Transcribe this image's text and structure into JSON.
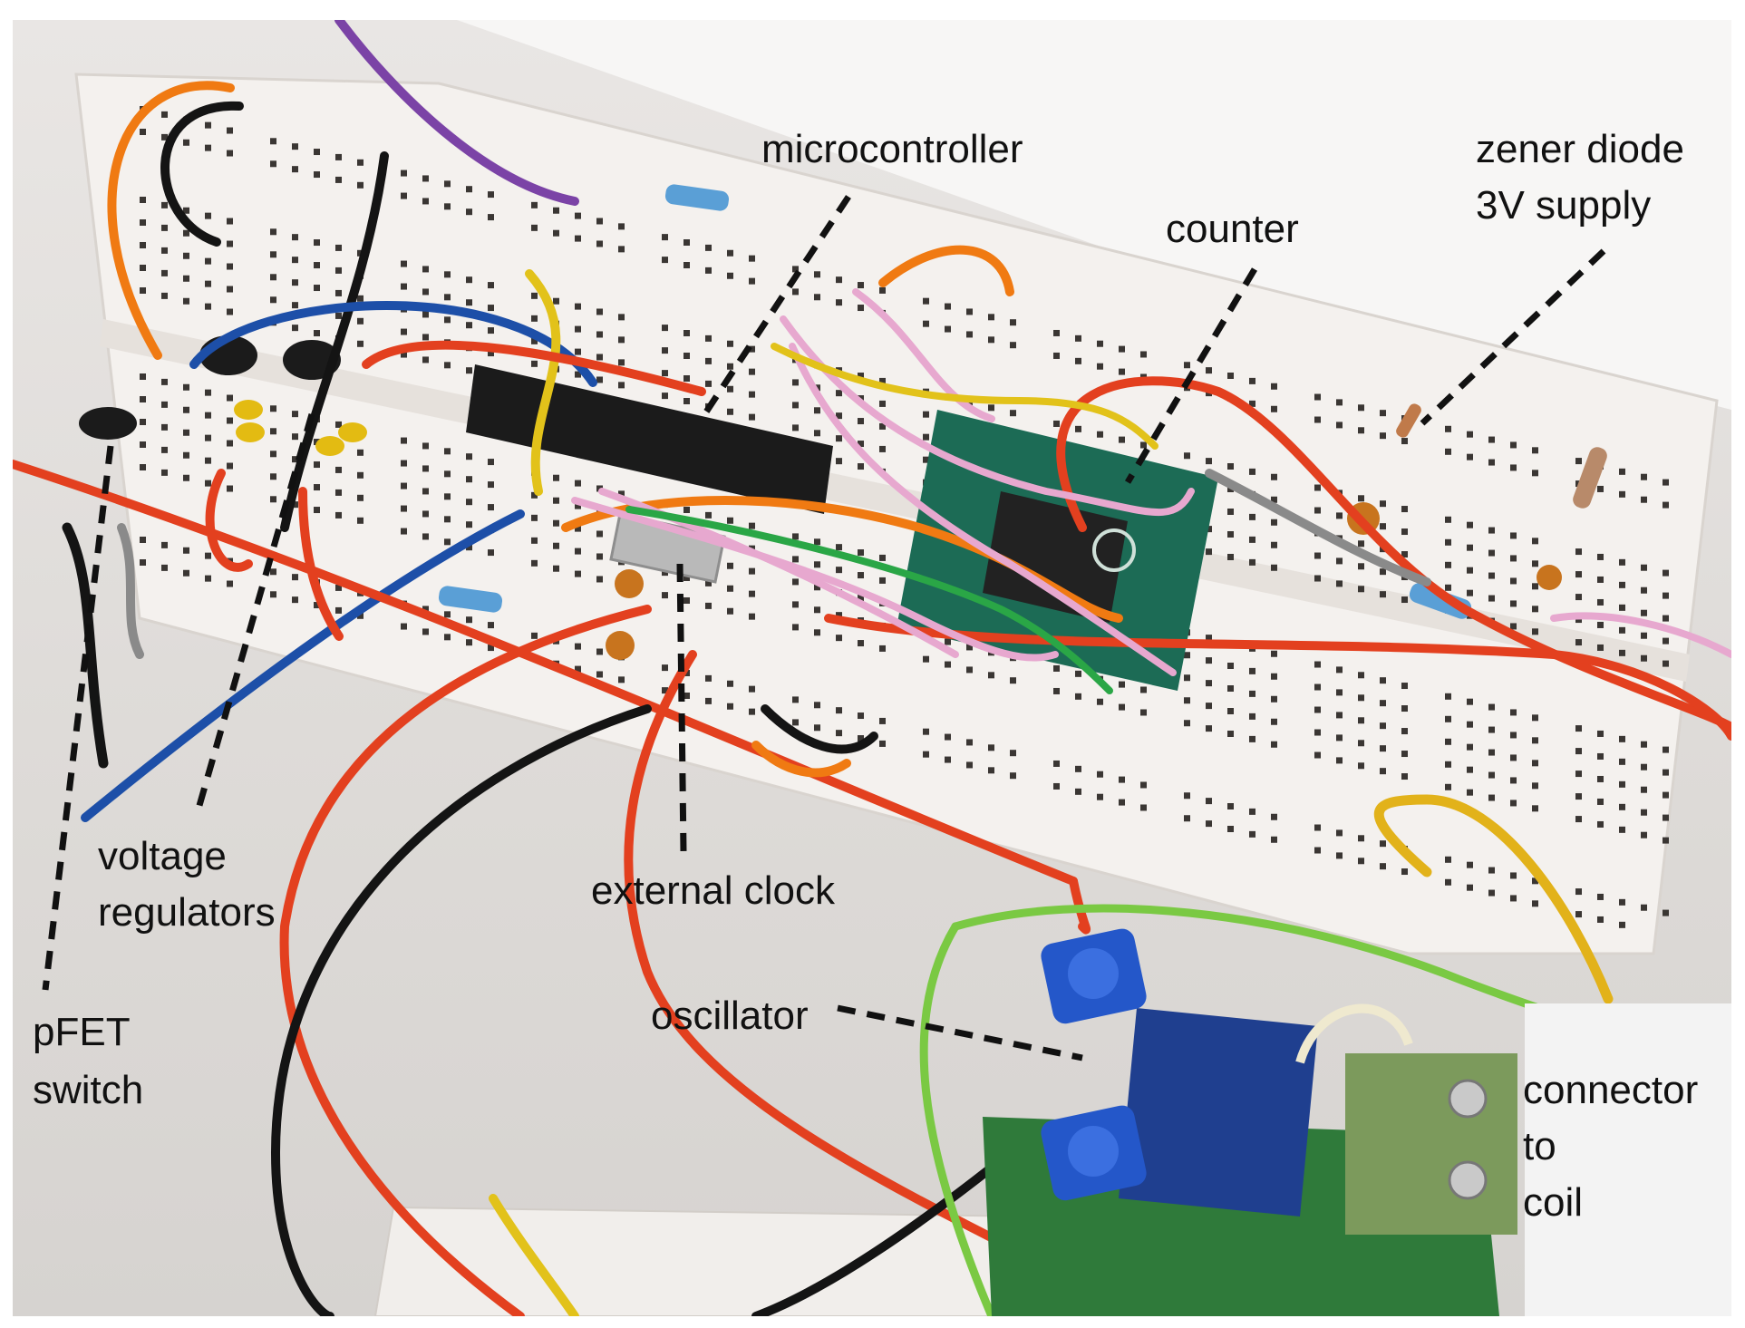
{
  "labels": {
    "microcontroller": "microcontroller",
    "zener_line1": "zener diode",
    "zener_line2": "3V supply",
    "counter": "counter",
    "voltage_line1": "voltage",
    "voltage_line2": "regulators",
    "external_clock": "external clock",
    "pfet_line1": "pFET",
    "pfet_line2": "switch",
    "oscillator": "oscillator",
    "connector_line1": "connector",
    "connector_line2": "to",
    "connector_line3": "coil"
  },
  "colors": {
    "breadboard": "#f4f1ee",
    "breadboard_shadow": "#d9d4cf",
    "pcb_green": "#1c6b55",
    "ic_black": "#1b1b1b",
    "wire_red": "#e3401f",
    "wire_black": "#141414",
    "wire_orange": "#f07a12",
    "wire_blue": "#1d4fa8",
    "wire_yellow": "#e2c21a",
    "wire_pink": "#e7a8cf",
    "wire_purple": "#7b43a6",
    "wire_green": "#2aa646",
    "pot_blue": "#2457c9",
    "terminal_green": "#7c9a5c",
    "leader_line": "#111111"
  }
}
